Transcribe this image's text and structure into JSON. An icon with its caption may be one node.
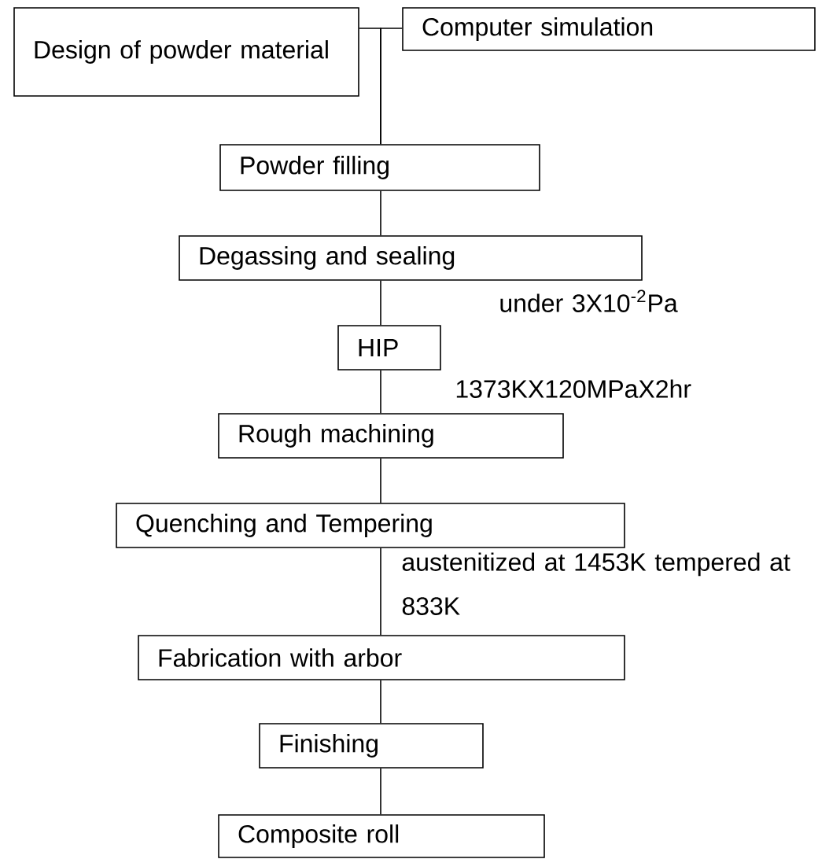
{
  "diagram": {
    "nodes": [
      {
        "text": [
          "Design of powder material"
        ]
      },
      {
        "text": [
          "Computer simulation"
        ]
      },
      {
        "text": [
          "Powder filling"
        ]
      },
      {
        "text": [
          "Degassing and sealing"
        ]
      },
      {
        "text": [
          "HIP"
        ]
      },
      {
        "text": [
          "Rough machining"
        ]
      },
      {
        "text": [
          "Quenching and Tempering"
        ]
      },
      {
        "text": [
          "Fabrication with arbor"
        ]
      },
      {
        "text": [
          "Finishing"
        ]
      },
      {
        "text": [
          "Composite roll"
        ]
      }
    ],
    "edges": [
      {
        "from": 0,
        "to": 2,
        "arrow": "none"
      },
      {
        "from": 1,
        "to": 2,
        "arrow": "none"
      },
      {
        "from": 2,
        "to": 3,
        "arrow": "none"
      },
      {
        "from": 3,
        "to": 4,
        "arrow": "none",
        "label": "under 3X10$^{-2}$Pa"
      },
      {
        "from": 4,
        "to": 5,
        "arrow": "none",
        "label": "1373KX120MPaX2hr"
      },
      {
        "from": 5,
        "to": 6,
        "arrow": "none"
      },
      {
        "from": 6,
        "to": 7,
        "arrow": "none",
        "label": "austenitized at 1453K tempered at 833K"
      },
      {
        "from": 7,
        "to": 8,
        "arrow": "none"
      },
      {
        "from": 8,
        "to": 9,
        "arrow": "none"
      }
    ]
  }
}
